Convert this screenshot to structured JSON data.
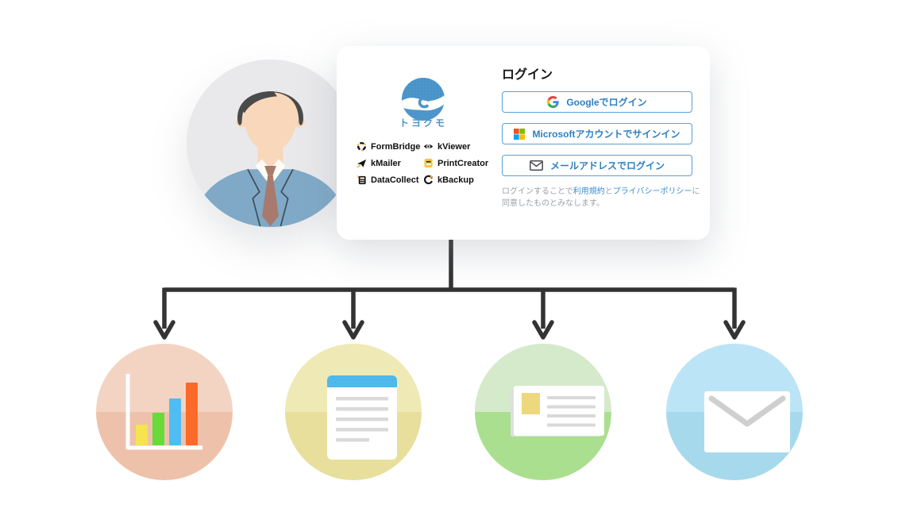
{
  "page": {
    "background": "#FFFFFF"
  },
  "avatar": {
    "description": "businessman illustration",
    "suit_color": "#7FA9C7",
    "circle_color": "#E9E9EB"
  },
  "login_card": {
    "brand": {
      "name": "トヨクモ",
      "color": "#4C96CB"
    },
    "products": [
      {
        "label": "FormBridge"
      },
      {
        "label": "kViewer"
      },
      {
        "label": "kMailer"
      },
      {
        "label": "PrintCreator"
      },
      {
        "label": "DataCollect"
      },
      {
        "label": "kBackup"
      }
    ],
    "login": {
      "title": "ログイン",
      "buttons": [
        {
          "label": "Googleでログイン",
          "icon": "google-icon"
        },
        {
          "label": "Microsoftアカウントでサインイン",
          "icon": "microsoft-icon"
        },
        {
          "label": "メールアドレスでログイン",
          "icon": "mail-icon"
        }
      ],
      "button_text_color": "#2E7FC0",
      "button_border_color": "#5B9FD8",
      "disclaimer": {
        "prefix": "ログインすることで",
        "terms_link": "利用規約",
        "and": "と",
        "privacy_link": "プライバシーポリシー",
        "suffix": "に同意したものとみなします。",
        "link_color": "#3A8FD0"
      }
    }
  },
  "flow": {
    "connector_color": "#333333",
    "targets": [
      {
        "name": "bar-chart",
        "top_color": "#F3D4C3",
        "bottom_color": "#EEC2AA",
        "bar_colors": [
          "#F6E44E",
          "#69DB39",
          "#4FBDF4",
          "#FB6A28"
        ]
      },
      {
        "name": "document",
        "top_color": "#EFEAB5",
        "bottom_color": "#E8DF9C",
        "header_color": "#4FB8EC"
      },
      {
        "name": "business-card",
        "top_color": "#D4EACA",
        "bottom_color": "#ABDF90",
        "photo_color": "#EDD87E"
      },
      {
        "name": "envelope",
        "top_color": "#BCE4F7",
        "bottom_color": "#A7D9EC"
      }
    ]
  }
}
